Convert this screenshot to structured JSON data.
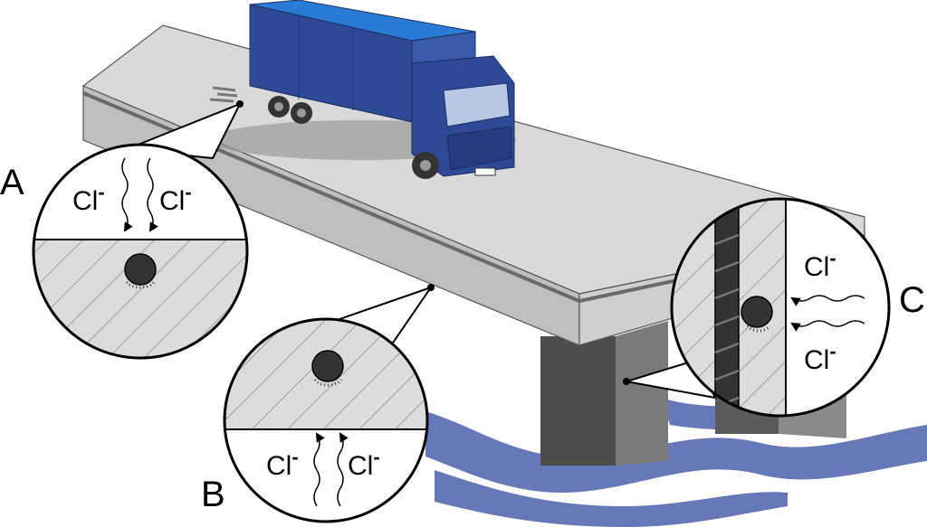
{
  "labels": {
    "a": "A",
    "b": "B",
    "c": "C"
  },
  "ion": {
    "symbol": "Cl",
    "charge": "-"
  },
  "colors": {
    "deck_top": "#d9d9d9",
    "deck_side": "#bfbfbf",
    "pier_dark": "#4d4d4d",
    "pier_mid": "#7a7a7a",
    "water": "#6678b8",
    "truck_body": "#2e4a96",
    "truck_roof": "#2a7bd6",
    "rebar": "#333333",
    "hatch": "#8a8a8a"
  },
  "icons": {
    "truck": "truck-icon",
    "rebar": "rebar-icon",
    "water": "water-icon"
  }
}
